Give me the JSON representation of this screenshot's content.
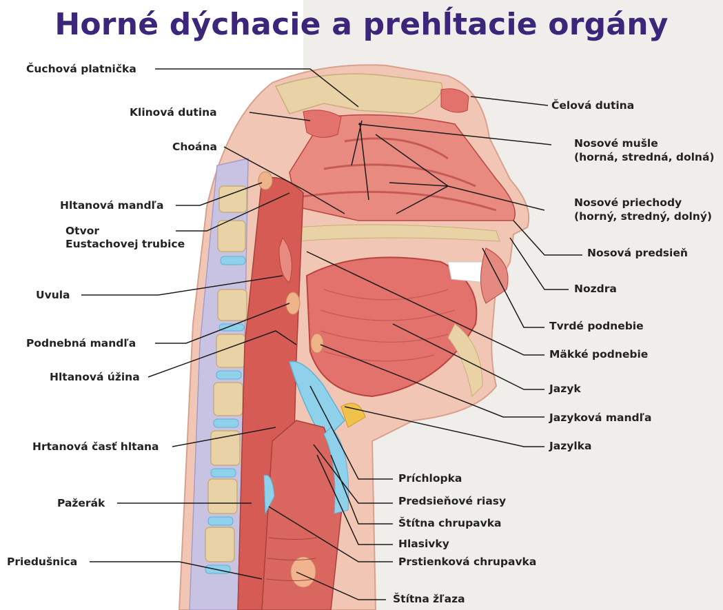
{
  "title": "Horné dýchacie a prehĺtacie orgány",
  "labels_left": [
    {
      "id": "cuchova",
      "text": "Čuchová platnička"
    },
    {
      "id": "klinova",
      "text": "Klinová dutina"
    },
    {
      "id": "choana",
      "text": "Choána"
    },
    {
      "id": "hltanova-mandla",
      "text": "Hltanová mandľa"
    },
    {
      "id": "otvor",
      "text": "Otvor"
    },
    {
      "id": "eustach",
      "text": "Eustachovej trubice"
    },
    {
      "id": "uvula",
      "text": "Uvula"
    },
    {
      "id": "podnebna",
      "text": "Podnebná mandľa"
    },
    {
      "id": "hltanova-uzina",
      "text": "Hltanová úžina"
    },
    {
      "id": "hrtanova",
      "text": "Hrtanová časť hltana"
    },
    {
      "id": "pazerak",
      "text": "Pažerák"
    },
    {
      "id": "priedusnica",
      "text": "Priedušnica"
    }
  ],
  "labels_right": [
    {
      "id": "celova",
      "text": "Čelová dutina"
    },
    {
      "id": "musle1",
      "text": "Nosové mušle"
    },
    {
      "id": "musle2",
      "text": "(horná, stredná, dolná)"
    },
    {
      "id": "priechody1",
      "text": "Nosové priechody"
    },
    {
      "id": "priechody2",
      "text": "(horný, stredný, dolný)"
    },
    {
      "id": "predsien",
      "text": "Nosová predsieň"
    },
    {
      "id": "nozdra",
      "text": "Nozdra"
    },
    {
      "id": "tvrde",
      "text": "Tvrdé podnebie"
    },
    {
      "id": "makke",
      "text": "Mäkké podnebie"
    },
    {
      "id": "jazyk",
      "text": "Jazyk"
    },
    {
      "id": "jazykova",
      "text": "Jazyková mandľa"
    },
    {
      "id": "jazylka",
      "text": "Jazylka"
    },
    {
      "id": "prichlopka",
      "text": "Príchlopka"
    },
    {
      "id": "riasy",
      "text": "Predsieňové riasy"
    },
    {
      "id": "stitna-chrupavka",
      "text": "Štítna chrupavka"
    },
    {
      "id": "hlasivky",
      "text": "Hlasivky"
    },
    {
      "id": "prstienkova",
      "text": "Prstienková chrupavka"
    },
    {
      "id": "stitna-zlaza",
      "text": "Štítna žľaza"
    }
  ],
  "colors": {
    "title": "#3b2679",
    "tissue": "#e2726b",
    "tissue_dark": "#b8443f",
    "bone": "#e9d2a6",
    "cartilage": "#8fd0ea",
    "skin": "#f2c6b4"
  }
}
